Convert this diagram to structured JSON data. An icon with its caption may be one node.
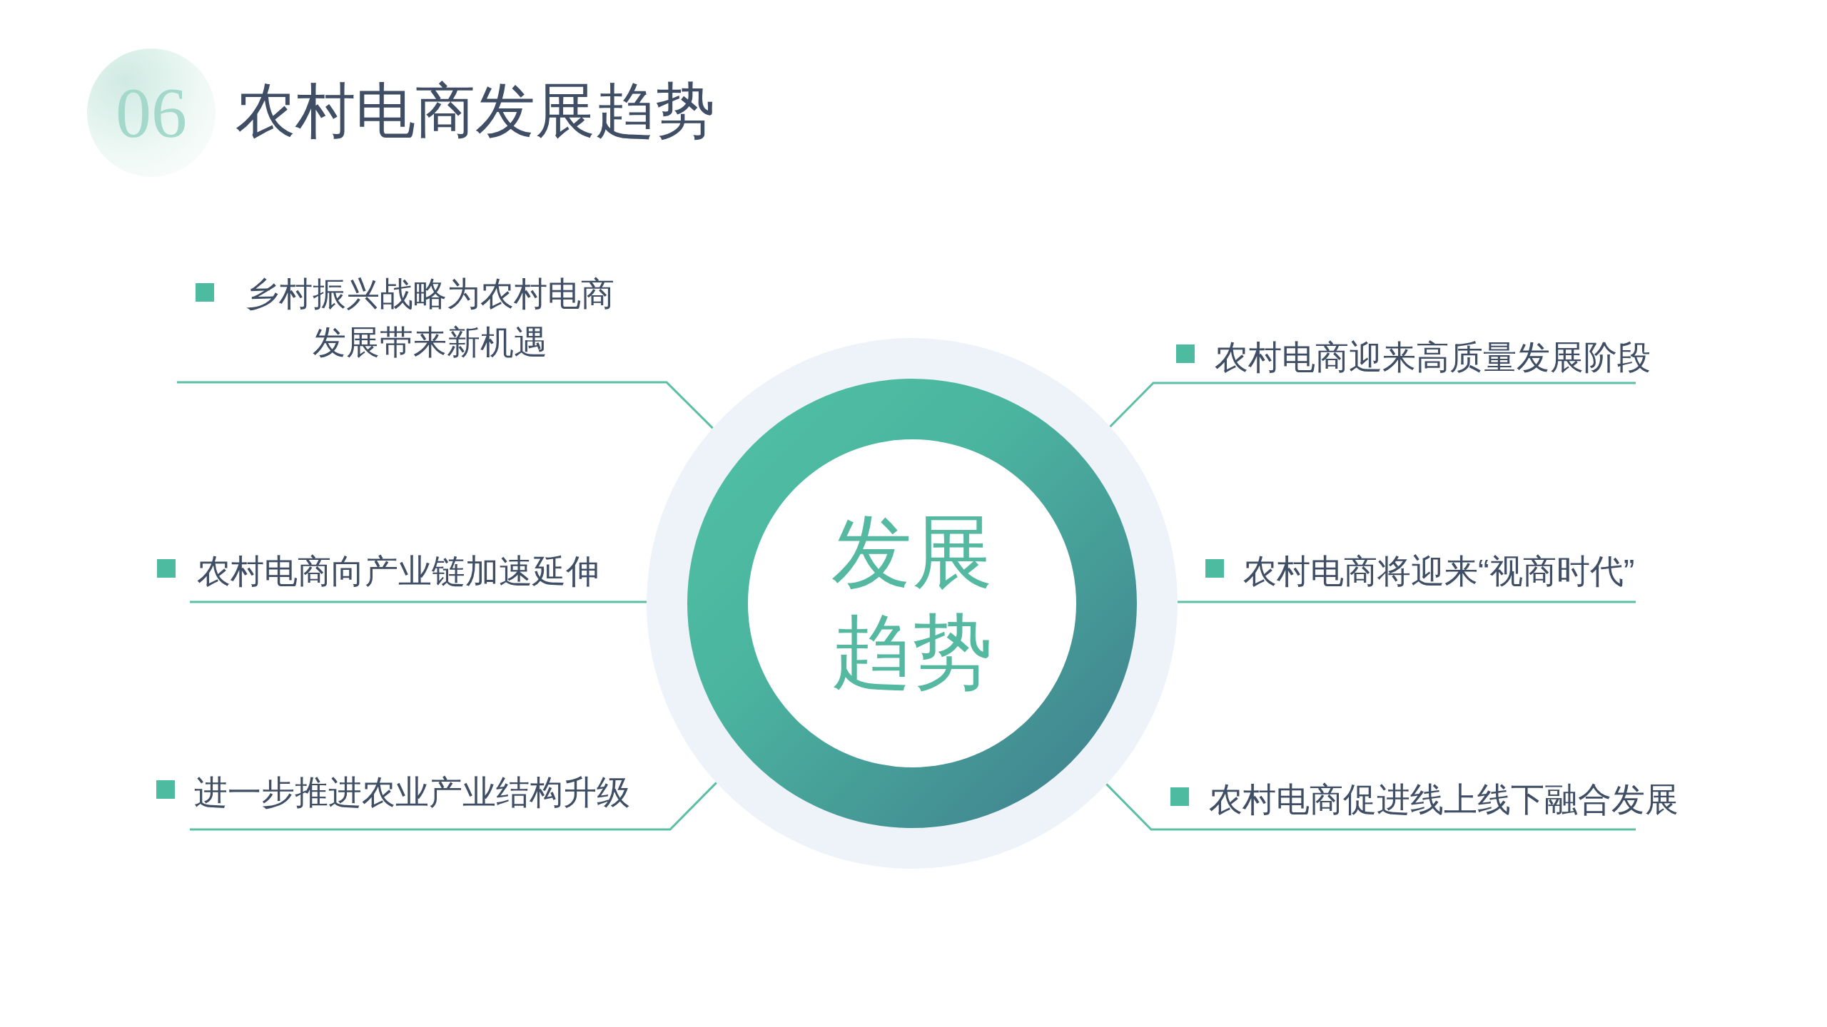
{
  "diagram": {
    "title": "农村电商发展趋势",
    "nodes": [
      {
        "text": [
          "发展趋势"
        ]
      },
      {
        "text": [
          "乡村振兴战略为农村电商发展带来新机遇"
        ]
      },
      {
        "text": [
          "农村电商向产业链加速延伸"
        ]
      },
      {
        "text": [
          "进一步推进农业产业结构升级"
        ]
      },
      {
        "text": [
          "农村电商迎来高质量发展阶段"
        ]
      },
      {
        "text": [
          "农村电商将迎来“视商时代”"
        ]
      },
      {
        "text": [
          "农村电商促进线上线下融合发展"
        ]
      }
    ],
    "edges": [
      {
        "from": 1,
        "to": 0,
        "arrow": "none"
      },
      {
        "from": 2,
        "to": 0,
        "arrow": "none"
      },
      {
        "from": 3,
        "to": 0,
        "arrow": "none"
      },
      {
        "from": 4,
        "to": 0,
        "arrow": "none"
      },
      {
        "from": 5,
        "to": 0,
        "arrow": "none"
      },
      {
        "from": 6,
        "to": 0,
        "arrow": "none"
      }
    ],
    "labels": [
      "06"
    ]
  }
}
